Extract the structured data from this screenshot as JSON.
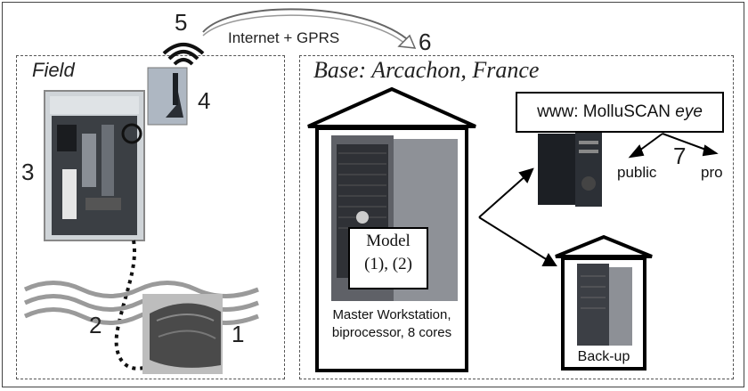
{
  "numbers": {
    "n1": "1",
    "n2": "2",
    "n3": "3",
    "n4": "4",
    "n5": "5",
    "n6": "6",
    "n7": "7"
  },
  "link_label": "Internet + GPRS",
  "field_label": "Field",
  "base_label": "Base: Arcachon, France",
  "website": {
    "prefix": "www: ",
    "name": "MolluSCAN ",
    "suffix": "eye"
  },
  "audiences": [
    "public",
    "pro"
  ],
  "model": {
    "title": "Model",
    "refs": "(1), (2)"
  },
  "workstation": {
    "line1": "Master Workstation,",
    "line2": "biprocessor, 8 cores"
  },
  "backup_label": "Back-up"
}
